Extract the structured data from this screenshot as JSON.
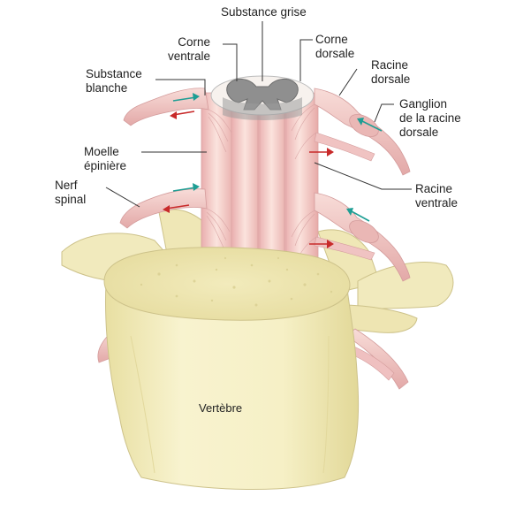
{
  "labels": {
    "substance_grise": "Substance grise",
    "corne_ventrale": [
      "Corne",
      "ventrale"
    ],
    "corne_dorsale": [
      "Corne",
      "dorsale"
    ],
    "racine_dorsale": [
      "Racine",
      "dorsale"
    ],
    "substance_blanche": [
      "Substance",
      "blanche"
    ],
    "ganglion": [
      "Ganglion",
      "de la racine",
      "dorsale"
    ],
    "moelle": [
      "Moelle",
      "épinière"
    ],
    "nerf": [
      "Nerf",
      "spinal"
    ],
    "racine_ventrale": [
      "Racine",
      "ventrale"
    ],
    "vertebre": "Vertèbre"
  },
  "colors": {
    "vertebra_fill": "#f4efc4",
    "vertebra_top": "#efe6ad",
    "vertebra_outline": "#cfc58e",
    "cord_fill": "#f5cfc9",
    "nerve_fill": "#f2c6c6",
    "grey_matter": "#8f8f8f",
    "arrow_teal": "#1e9e94",
    "arrow_red": "#c82a2a",
    "leader": "#333333"
  }
}
